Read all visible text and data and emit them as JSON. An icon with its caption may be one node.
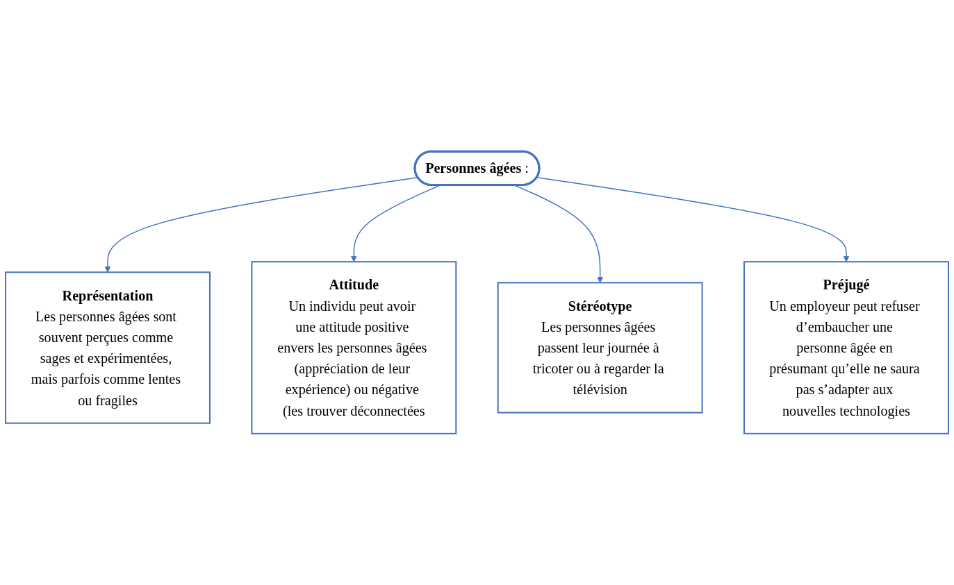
{
  "diagram": {
    "nodes": [
      {
        "text": [
          "**Personnes âgées** :"
        ]
      },
      {
        "text": [
          "Représentation",
          "Les personnes âgées sont souvent perçues comme sages et expérimentées, mais parfois comme lentes ou fragiles"
        ]
      },
      {
        "text": [
          "Attitude",
          "Un individu peut avoir une attitude positive envers les personnes âgées (appréciation de leur expérience) ou négative (les trouver déconnectées"
        ]
      },
      {
        "text": [
          "Stéréotype",
          "Les personnes âgées passent leur journée à tricoter ou à regarder la télévision"
        ]
      },
      {
        "text": [
          "Préjugé",
          "Un employeur peut refuser d’embaucher une personne âgée en présumant qu’elle ne saura pas s’adapter aux nouvelles technologies"
        ]
      }
    ],
    "edges": [
      {
        "from": 0,
        "to": 1,
        "arrow": "to"
      },
      {
        "from": 0,
        "to": 2,
        "arrow": "to"
      },
      {
        "from": 0,
        "to": 3,
        "arrow": "to"
      },
      {
        "from": 0,
        "to": 4,
        "arrow": "to"
      }
    ]
  }
}
